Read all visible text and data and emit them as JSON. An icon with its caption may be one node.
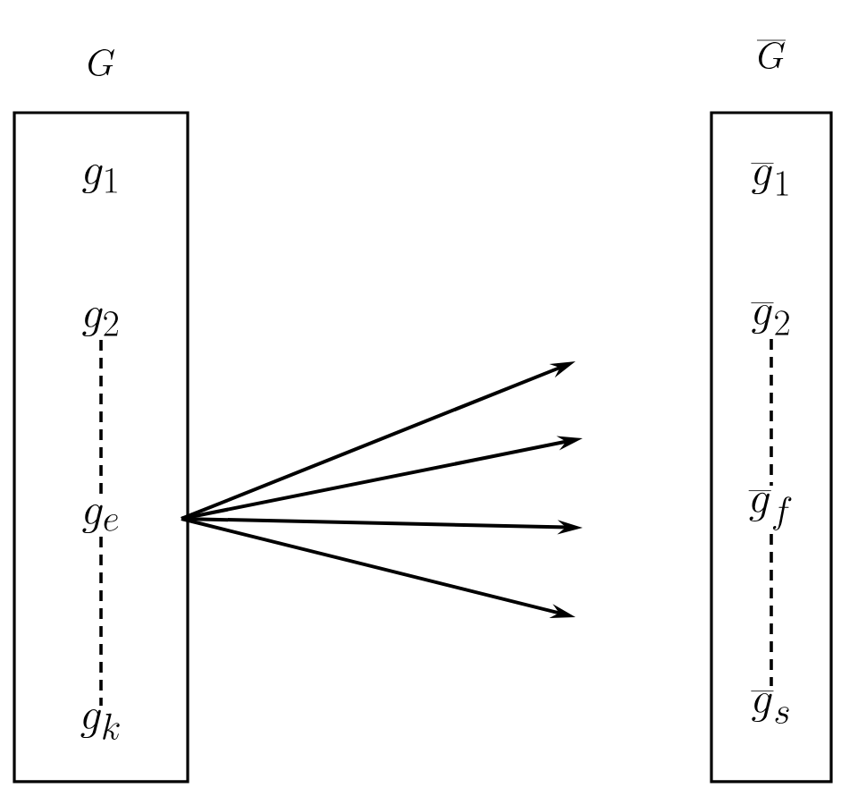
{
  "diagram": {
    "nodes": [
      {
        "text": [
          "G"
        ]
      },
      {
        "text": [
          "g_1"
        ],
        "in": 0
      },
      {
        "text": [
          "g_2"
        ],
        "in": 0
      },
      {
        "text": [
          "g_e"
        ],
        "in": 0
      },
      {
        "text": [
          "g_k"
        ],
        "in": 0
      },
      {
        "text": [
          "\\overline{G}"
        ]
      },
      {
        "text": [
          "\\overline{g}_1"
        ],
        "in": 5
      },
      {
        "text": [
          "\\overline{g}_2"
        ],
        "in": 5
      },
      {
        "text": [
          "\\overline{g}_f"
        ],
        "in": 5
      },
      {
        "text": [
          "\\overline{g}_s"
        ],
        "in": 5
      }
    ],
    "edges": [
      {
        "from": 2,
        "to": 3,
        "arrow": "none",
        "style": "dashed"
      },
      {
        "from": 3,
        "to": 4,
        "arrow": "none",
        "style": "dashed"
      },
      {
        "from": 7,
        "to": 8,
        "arrow": "none",
        "style": "dashed"
      },
      {
        "from": 8,
        "to": 9,
        "arrow": "none",
        "style": "dashed"
      },
      {
        "from": 3,
        "to": null,
        "arrow": "to"
      },
      {
        "from": 3,
        "to": null,
        "arrow": "to"
      },
      {
        "from": 3,
        "to": null,
        "arrow": "to"
      },
      {
        "from": 3,
        "to": null,
        "arrow": "to"
      }
    ]
  }
}
